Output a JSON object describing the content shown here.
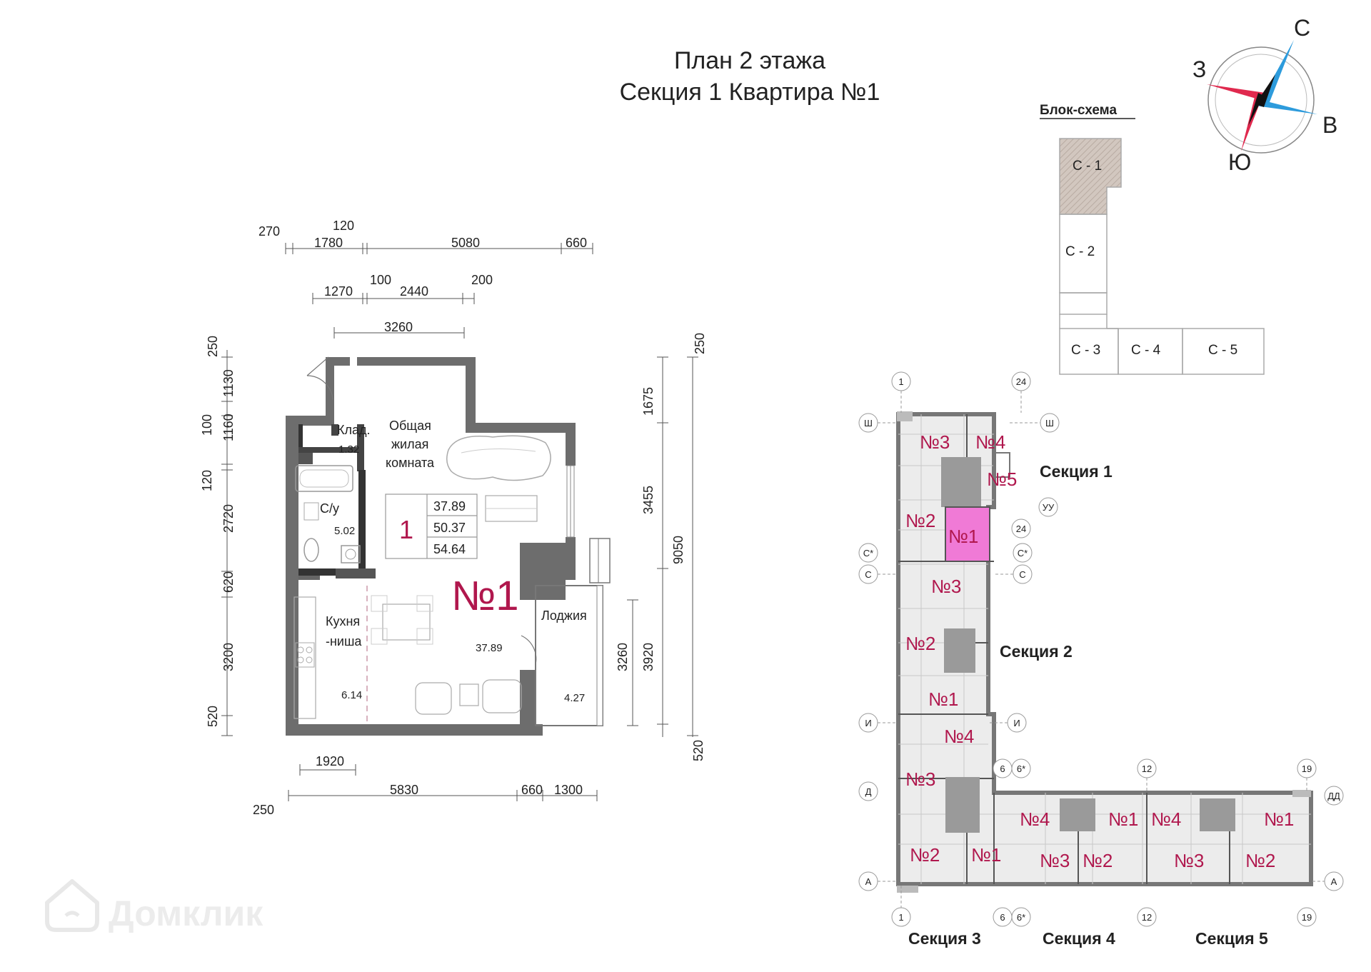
{
  "title": {
    "line1": "План 2 этажа",
    "line2": "Секция 1   Квартира №1"
  },
  "compass": {
    "n": "С",
    "e": "В",
    "s": "Ю",
    "w": "З"
  },
  "block_scheme": {
    "title": "Блок-схема",
    "sections": [
      "С - 1",
      "С - 2",
      "С - 3",
      "С - 4",
      "С - 5"
    ]
  },
  "apartment": {
    "label": "№1",
    "rooms_count": "1",
    "areas": [
      "37.89",
      "50.37",
      "54.64"
    ],
    "rooms": {
      "storage": "Клад.",
      "storage_area": "1.32",
      "bath": "С/у",
      "bath_area": "5.02",
      "living1": "Общая",
      "living2": "жилая",
      "living3": "комната",
      "living_area": "37.89",
      "kitchen1": "Кухня",
      "kitchen2": "-ниша",
      "kitchen_area": "6.14",
      "loggia": "Лоджия",
      "loggia_area": "4.27"
    },
    "dims_top": [
      "270",
      "120",
      "1780",
      "5080",
      "660",
      "1270",
      "100",
      "2440",
      "200",
      "3260"
    ],
    "dims_left": [
      "250",
      "1130",
      "100",
      "1160",
      "120",
      "2720",
      "620",
      "3200",
      "520"
    ],
    "dims_right": [
      "250",
      "1675",
      "3455",
      "9050",
      "3920",
      "3260",
      "520"
    ],
    "dims_bottom": [
      "1920",
      "5830",
      "660",
      "1300",
      "250"
    ]
  },
  "building": {
    "sections": [
      "Секция 1",
      "Секция 2",
      "Секция 3",
      "Секция 4",
      "Секция 5"
    ],
    "axes": [
      "1",
      "24",
      "Ш",
      "УУ",
      "С*",
      "С",
      "И",
      "Д",
      "А",
      "6",
      "6*",
      "12",
      "19",
      "ДД"
    ],
    "units": [
      "№3",
      "№4",
      "№5",
      "№2",
      "№1",
      "№3",
      "№2",
      "№1",
      "№4",
      "№3",
      "№2",
      "№1",
      "№4",
      "№1",
      "№3",
      "№2",
      "№4",
      "№1",
      "№3",
      "№2"
    ]
  },
  "watermark": "Домклик",
  "colors": {
    "accent": "#b0174d",
    "highlight": "#f07ad6",
    "wall": "#6d6d6d",
    "block_fill": "#d2c7bf"
  }
}
